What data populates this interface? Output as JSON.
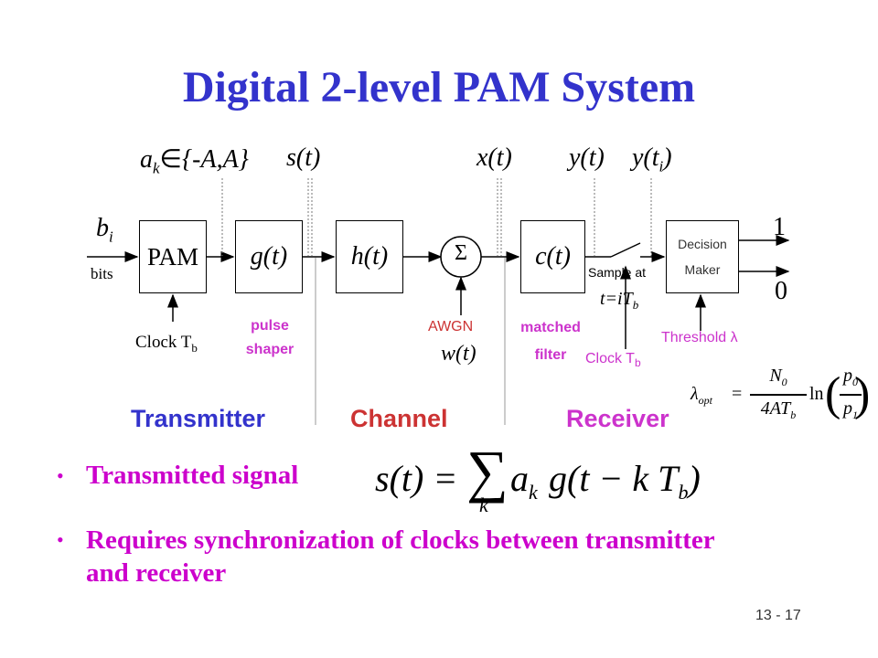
{
  "title": "Digital 2-level PAM System",
  "signals": {
    "ak": "a",
    "ak_sub": "k",
    "ak_set": "{-A,A}",
    "st": "s(t)",
    "xt": "x(t)",
    "yt": "y(t)",
    "yti_main": "y(t",
    "yti_sub": "i",
    "yti_close": ")"
  },
  "blocks": {
    "pam": "PAM",
    "g": "g(t)",
    "h": "h(t)",
    "sum": "Σ",
    "c": "c(t)",
    "decision_line1": "Decision",
    "decision_line2": "Maker"
  },
  "labels": {
    "bi_main": "b",
    "bi_sub": "i",
    "bits": "bits",
    "clock_tx_main": "Clock T",
    "clock_tx_sub": "b",
    "pulse_line1": "pulse",
    "pulse_line2": "shaper",
    "awgn": "AWGN",
    "wt": "w(t)",
    "matched_line1": "matched",
    "matched_line2": "filter",
    "sample_at": "Sample at",
    "t_itb_main": "t=iT",
    "t_itb_sub": "b",
    "clock_rx_main": "Clock T",
    "clock_rx_sub": "b",
    "threshold": "Threshold λ",
    "out1": "1",
    "out0": "0"
  },
  "sections": {
    "transmitter": "Transmitter",
    "channel": "Channel",
    "receiver": "Receiver"
  },
  "colors": {
    "title": "#3333cc",
    "transmitter": "#3333cc",
    "channel": "#cc3333",
    "receiver": "#cc33cc",
    "bullet": "#cc00cc"
  },
  "bullets": [
    "Transmitted signal",
    "Requires synchronization of clocks between transmitter and receiver"
  ],
  "formulas": {
    "lambda": "λ",
    "opt": "opt",
    "eq": "=",
    "N0": "N",
    "N0_sub": "0",
    "den": "4AT",
    "den_sub": "b",
    "ln": "ln",
    "p0": "p",
    "p0_sub": "0",
    "p1": "p",
    "p1_sub": "1",
    "s_lhs": "s(t) =",
    "sum_sym": "∑",
    "sum_sub": "k",
    "s_rhs_a": "a",
    "s_rhs_k": "k",
    "s_rhs_g": "g(t − k T",
    "s_rhs_b": "b",
    "s_rhs_close": ")"
  },
  "slide_number": "13 - 17"
}
